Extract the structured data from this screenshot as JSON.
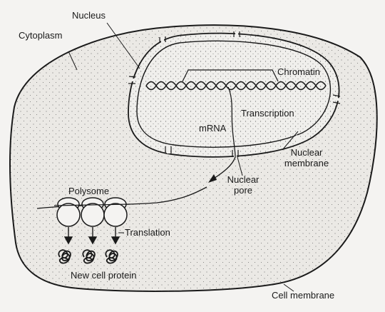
{
  "labels": {
    "nucleus": "Nucleus",
    "cytoplasm": "Cytoplasm",
    "chromatin": "Chromatin",
    "transcription": "Transcription",
    "mrna": "mRNA",
    "nuclear_membrane_line1": "Nuclear",
    "nuclear_membrane_line2": "membrane",
    "nuclear_pore_line1": "Nuclear",
    "nuclear_pore_line2": "pore",
    "polysome": "Polysome",
    "translation": "Translation",
    "new_cell_protein": "New cell protein",
    "cell_membrane": "Cell membrane"
  },
  "colors": {
    "ink": "#1a1a1a",
    "paper": "#f4f3f1",
    "cell_fill": "#ebe9e5"
  }
}
